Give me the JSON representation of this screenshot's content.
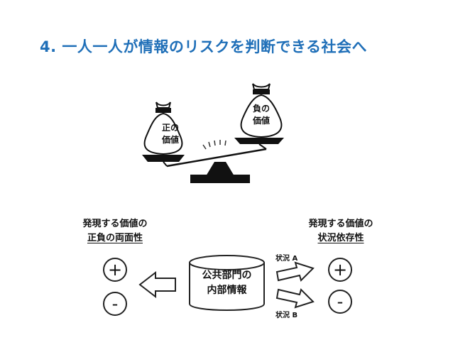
{
  "title": "4. 一人一人が情報のリスクを判断できる社会へ",
  "scale": {
    "left_bag": [
      "正の",
      "価値"
    ],
    "right_bag": [
      "負の",
      "価値"
    ]
  },
  "left_heading": [
    "発現する価値の",
    "正負の両面性"
  ],
  "right_heading": [
    "発現する価値の",
    "状況依存性"
  ],
  "center_db": [
    "公共部門の",
    "内部情報"
  ],
  "conditions": {
    "a": "状況 A",
    "b": "状況 B"
  },
  "symbols": {
    "plus": "+",
    "minus": "-"
  },
  "colors": {
    "title": "#1f6fb8",
    "ink": "#111111"
  }
}
